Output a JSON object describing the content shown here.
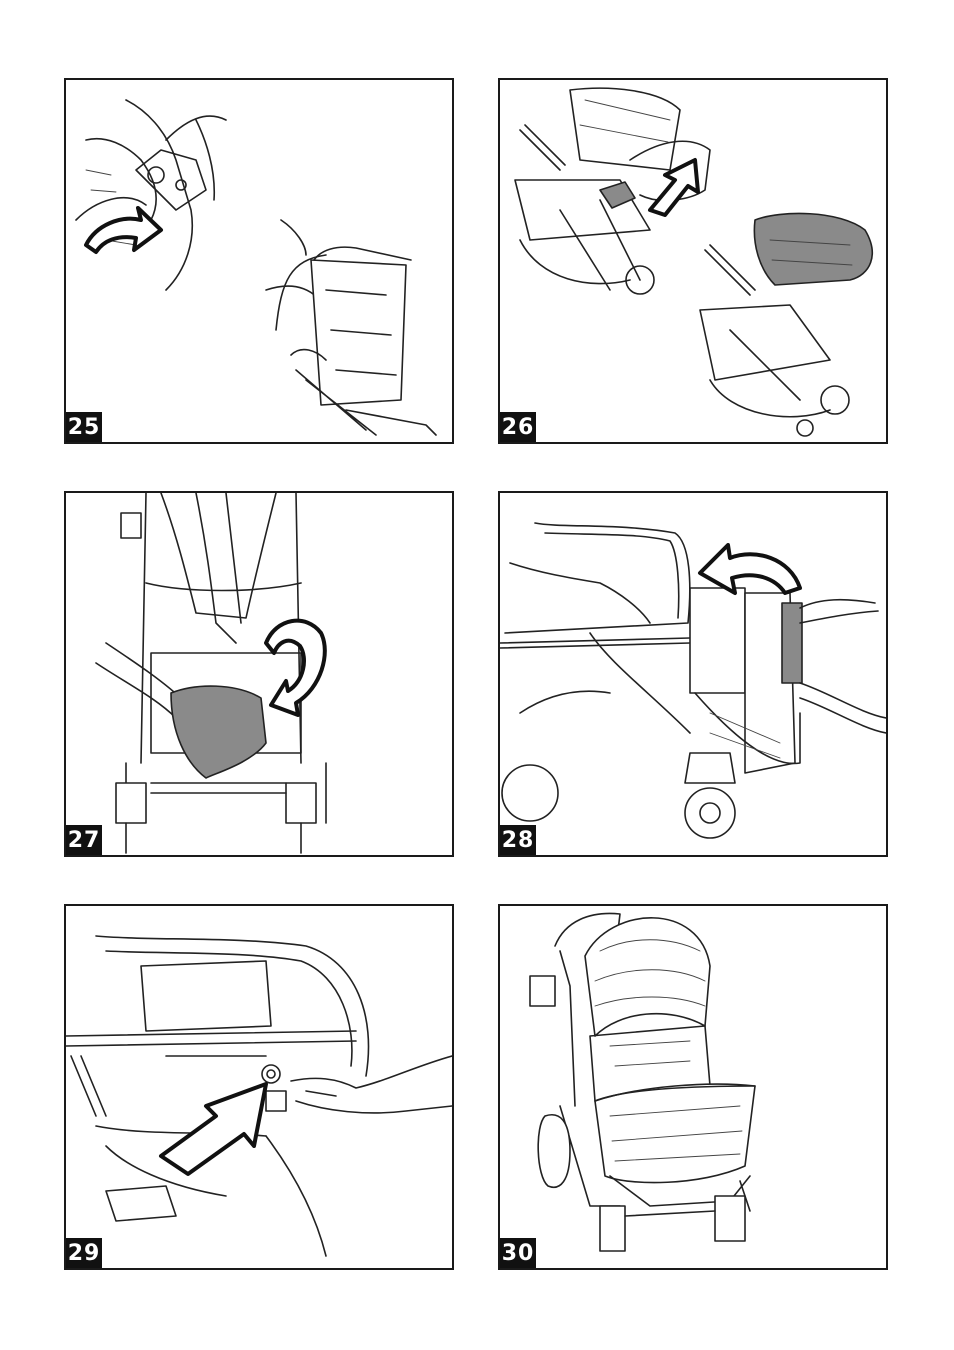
{
  "panels": [
    {
      "number": "25"
    },
    {
      "number": "26"
    },
    {
      "number": "27"
    },
    {
      "number": "28"
    },
    {
      "number": "29"
    },
    {
      "number": "30"
    }
  ]
}
